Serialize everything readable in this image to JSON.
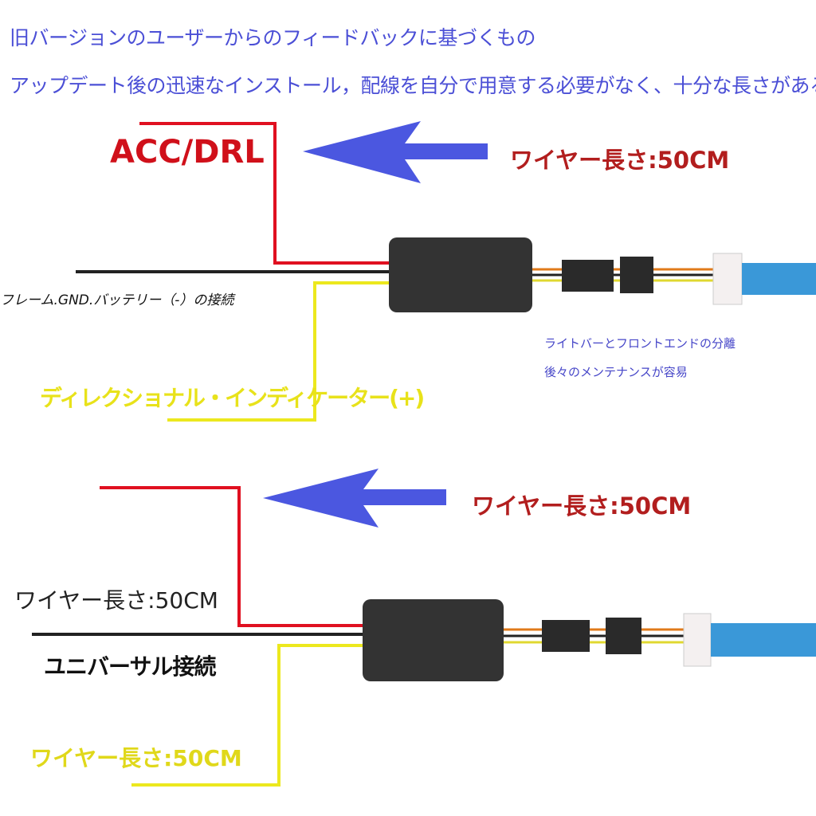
{
  "header": {
    "line1": "旧バージョンのユーザーからのフィードバックに基づくもの",
    "line2": "アップデート後の迅速なインストール，配線を自分で用意する必要がなく、十分な長さがある"
  },
  "diagram1": {
    "acc_label": "ACC/DRL",
    "wire_length": "ワイヤー長さ:50CM",
    "ground_label": "フレーム.GND.バッテリー（-）の接続",
    "indicator_label": "ディレクショナル・インディケーター(+)",
    "note_line1": "ライトバーとフロントエンドの分離",
    "note_line2": "後々のメンテナンスが容易"
  },
  "diagram2": {
    "red_wire_length": "ワイヤー長さ:50CM",
    "black_wire_length": "ワイヤー長さ:50CM",
    "universal_label": "ユニバーサル接続",
    "yellow_wire_length": "ワイヤー長さ:50CM"
  },
  "colors": {
    "heading": "#4b4fd6",
    "red_label": "#b21e1e",
    "arrow": "#4b57e0",
    "yellow": "#e8e21a"
  }
}
